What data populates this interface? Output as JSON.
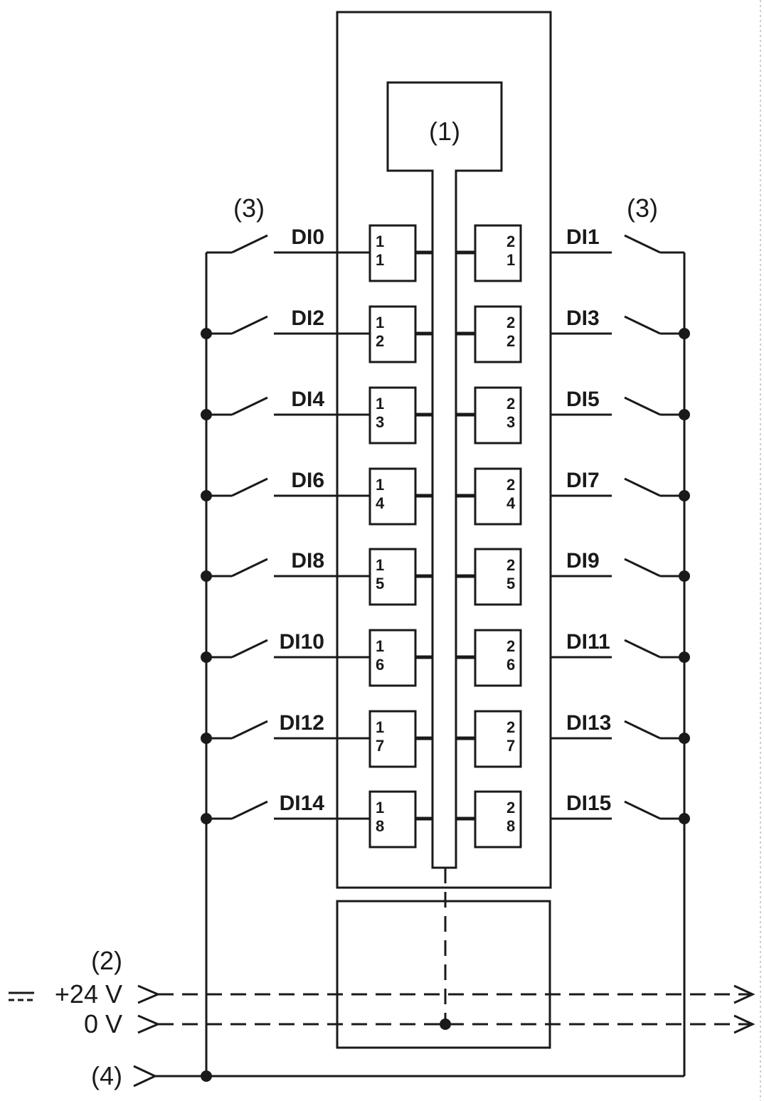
{
  "callouts": {
    "module": "(1)",
    "supply": "(2)",
    "switch_left": "(3)",
    "switch_right": "(3)",
    "common": "(4)"
  },
  "supply": {
    "plus_label": "+24 V",
    "zero_label": "0 V"
  },
  "channels": [
    {
      "left_signal": "DI0",
      "left_pin": [
        "1",
        "1"
      ],
      "right_signal": "DI1",
      "right_pin": [
        "2",
        "1"
      ]
    },
    {
      "left_signal": "DI2",
      "left_pin": [
        "1",
        "2"
      ],
      "right_signal": "DI3",
      "right_pin": [
        "2",
        "2"
      ]
    },
    {
      "left_signal": "DI4",
      "left_pin": [
        "1",
        "3"
      ],
      "right_signal": "DI5",
      "right_pin": [
        "2",
        "3"
      ]
    },
    {
      "left_signal": "DI6",
      "left_pin": [
        "1",
        "4"
      ],
      "right_signal": "DI7",
      "right_pin": [
        "2",
        "4"
      ]
    },
    {
      "left_signal": "DI8",
      "left_pin": [
        "1",
        "5"
      ],
      "right_signal": "DI9",
      "right_pin": [
        "2",
        "5"
      ]
    },
    {
      "left_signal": "DI10",
      "left_pin": [
        "1",
        "6"
      ],
      "right_signal": "DI11",
      "right_pin": [
        "2",
        "6"
      ]
    },
    {
      "left_signal": "DI12",
      "left_pin": [
        "1",
        "7"
      ],
      "right_signal": "DI13",
      "right_pin": [
        "2",
        "7"
      ]
    },
    {
      "left_signal": "DI14",
      "left_pin": [
        "1",
        "8"
      ],
      "right_signal": "DI15",
      "right_pin": [
        "2",
        "8"
      ]
    }
  ]
}
